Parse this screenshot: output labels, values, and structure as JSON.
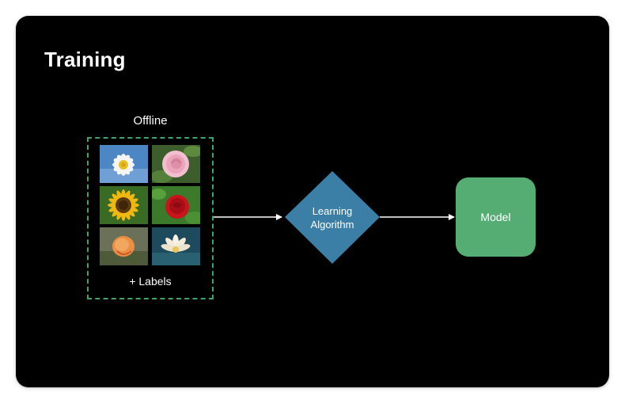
{
  "slide": {
    "title": "Training",
    "background_color": "#000000"
  },
  "dataset": {
    "label": "Offline",
    "footer": "+ Labels",
    "border_color": "#3fa36b",
    "images": [
      {
        "name": "daisy"
      },
      {
        "name": "pink-rose"
      },
      {
        "name": "sunflower"
      },
      {
        "name": "red-rose"
      },
      {
        "name": "peach-rose"
      },
      {
        "name": "water-lily"
      }
    ]
  },
  "algorithm": {
    "line1": "Learning",
    "line2": "Algorithm",
    "color": "#3b7ea6"
  },
  "model": {
    "label": "Model",
    "color": "#55ad74"
  },
  "arrow_color": "#ffffff"
}
